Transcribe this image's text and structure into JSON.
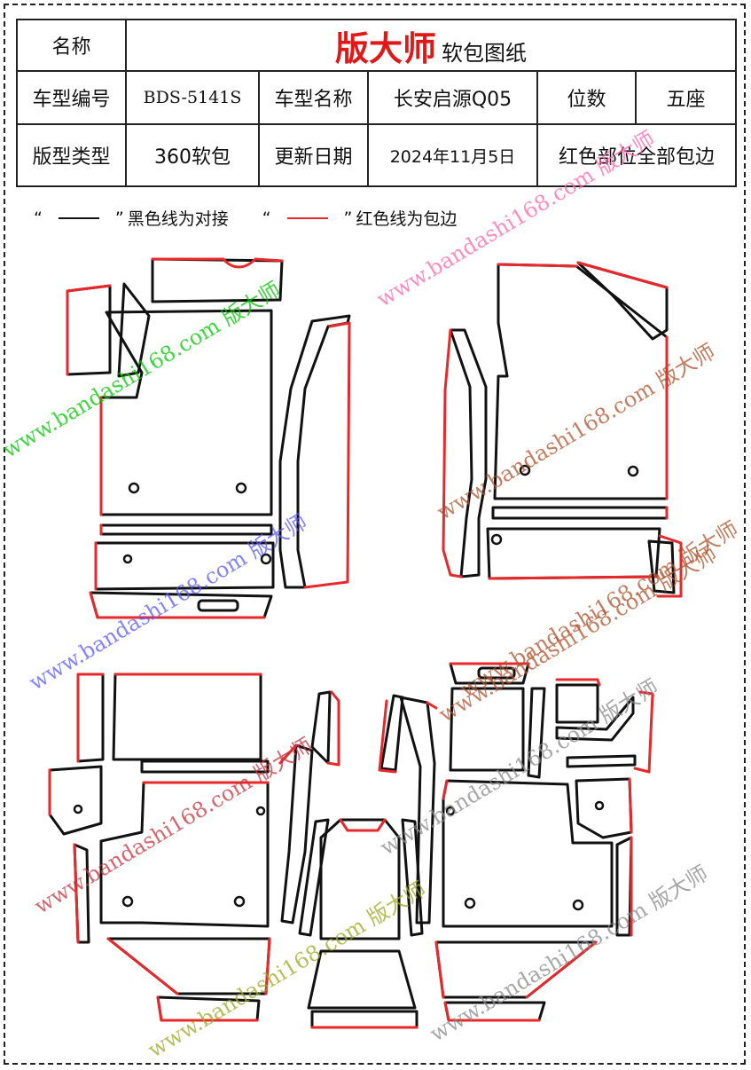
{
  "header": {
    "name_label": "名称",
    "brand": "版大师",
    "brand_sub": "软包图纸",
    "model_code_label": "车型编号",
    "model_code": "BDS-5141S",
    "model_name_label": "车型名称",
    "model_name": "长安启源Q05",
    "seats_label": "位数",
    "seats": "五座",
    "pattern_type_label": "版型类型",
    "pattern_type": "360软包",
    "update_date_label": "更新日期",
    "update_date": "2024年11月5日",
    "note": "红色部位全部包边"
  },
  "legend": {
    "quote_open": "“",
    "quote_close": "”",
    "black_text": "黑色线为对接",
    "red_text": "红色线为包边",
    "black_color": "#111111",
    "red_color": "#e8282b"
  },
  "watermarks": [
    {
      "text": "www.bandashi168.com 版大师",
      "color": "#00c800"
    },
    {
      "text": "www.bandashi168.com 版大师",
      "color": "#ff66aa"
    },
    {
      "text": "www.bandashi168.com 版大师",
      "color": "#b0522c"
    },
    {
      "text": "www.bandashi168.com 版大师",
      "color": "#b0522c"
    },
    {
      "text": "www.bandashi168.com 版大师",
      "color": "#5a5aff"
    },
    {
      "text": "www.bandashi168.com 版大师",
      "color": "#c8323c"
    },
    {
      "text": "www.bandashi168.com 版大师",
      "color": "#b0522c"
    },
    {
      "text": "www.bandashi168.com 版大师",
      "color": "#8a8a8a"
    },
    {
      "text": "www.bandashi168.com 版大师",
      "color": "#8a8a8a"
    },
    {
      "text": "www.bandashi168.com 版大师",
      "color": "#9aaa22"
    }
  ]
}
